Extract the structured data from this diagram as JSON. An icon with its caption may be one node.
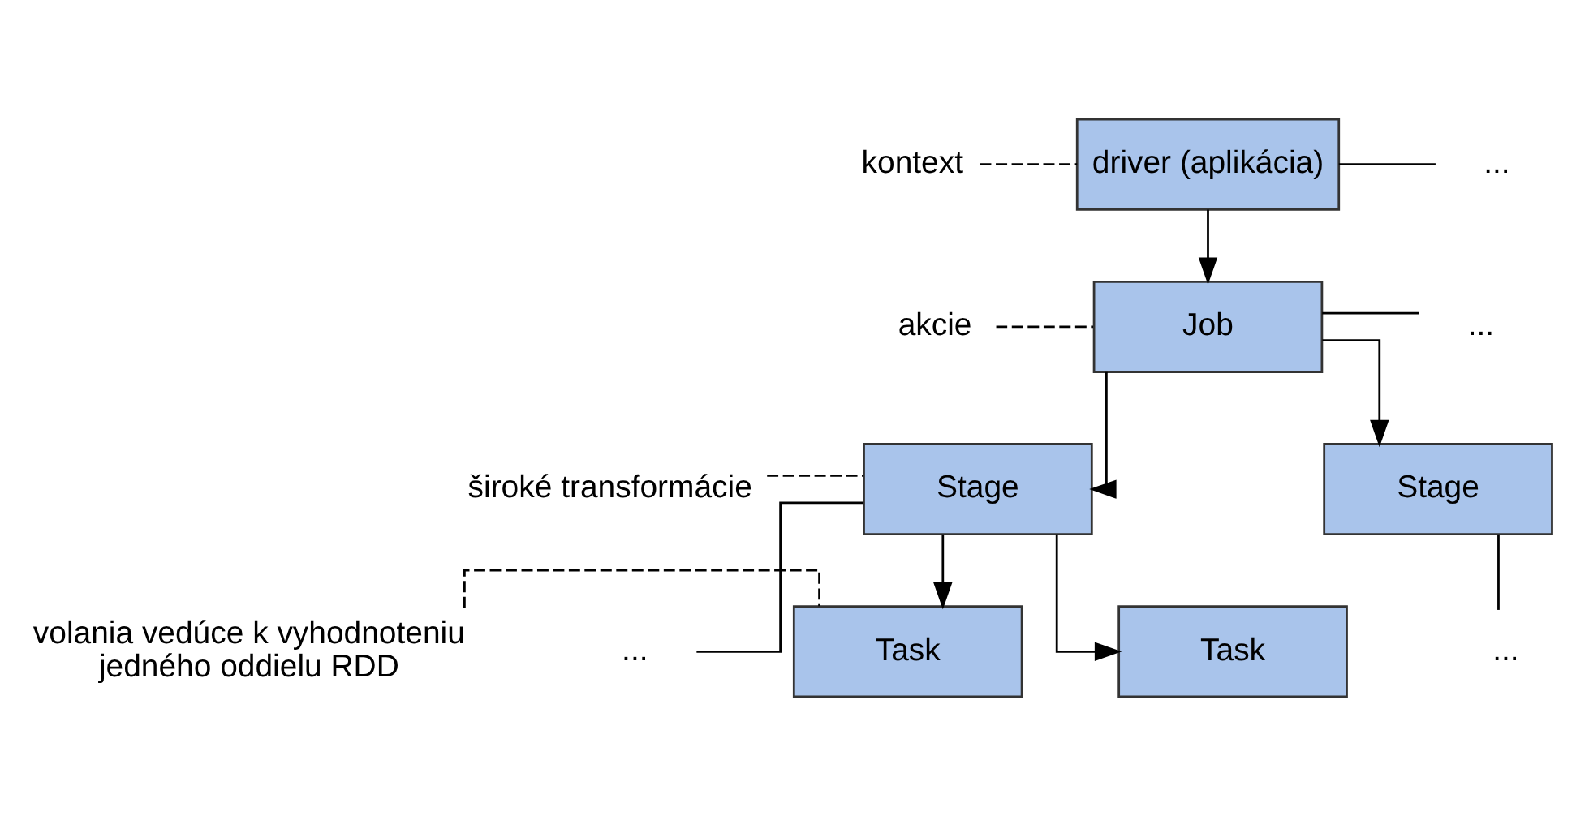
{
  "diagram": {
    "nodes": [
      {
        "text": [
          "kontext"
        ]
      },
      {
        "text": [
          "driver (aplikácia)"
        ]
      },
      {
        "text": [
          "..."
        ]
      },
      {
        "text": [
          "akcie"
        ]
      },
      {
        "text": [
          "Job"
        ]
      },
      {
        "text": [
          "..."
        ]
      },
      {
        "text": [
          "široké transformácie"
        ]
      },
      {
        "text": [
          "Stage"
        ]
      },
      {
        "text": [
          "Stage"
        ]
      },
      {
        "text": [
          "..."
        ]
      },
      {
        "text": [
          "..."
        ]
      },
      {
        "text": [
          "volania vedúce k vyhodnoteniu jedného oddielu RDD"
        ]
      },
      {
        "text": [
          "Task"
        ]
      },
      {
        "text": [
          "Task"
        ]
      }
    ],
    "edges": [
      {
        "from": 0,
        "to": 1,
        "arrow": "none",
        "style": "dashed"
      },
      {
        "from": 1,
        "to": 4,
        "arrow": "to"
      },
      {
        "from": 1,
        "to": 2,
        "arrow": "none"
      },
      {
        "from": 3,
        "to": 4,
        "arrow": "none",
        "style": "dashed"
      },
      {
        "from": 4,
        "to": 7,
        "arrow": "to"
      },
      {
        "from": 4,
        "to": 8,
        "arrow": "to"
      },
      {
        "from": 4,
        "to": 5,
        "arrow": "none"
      },
      {
        "from": 6,
        "to": 7,
        "arrow": "none",
        "style": "dashed"
      },
      {
        "from": 7,
        "to": 12,
        "arrow": "to"
      },
      {
        "from": 7,
        "to": 13,
        "arrow": "to"
      },
      {
        "from": 7,
        "to": 9,
        "arrow": "none"
      },
      {
        "from": 8,
        "to": 10,
        "arrow": "none"
      },
      {
        "from": 11,
        "to": 12,
        "arrow": "none",
        "style": "dashed"
      }
    ]
  }
}
